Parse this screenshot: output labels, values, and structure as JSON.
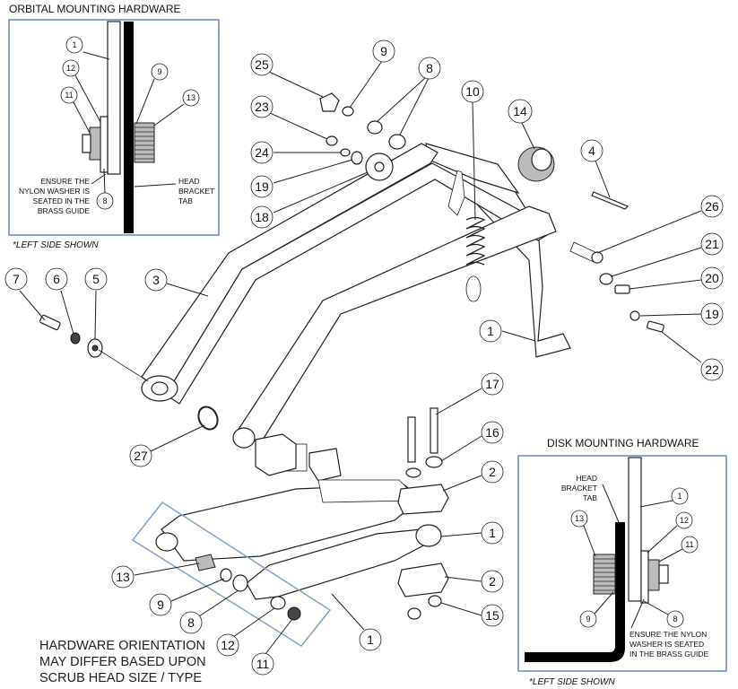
{
  "orbital_panel": {
    "title": "ORBITAL MOUNTING HARDWARE",
    "note_lines": [
      "ENSURE THE",
      "NYLON WASHER IS",
      "SEATED IN THE",
      "BRASS GUIDE"
    ],
    "tab_lines": [
      "HEAD",
      "BRACKET",
      "TAB"
    ],
    "footnote": "*LEFT SIDE SHOWN",
    "callouts": [
      "1",
      "12",
      "11",
      "9",
      "13",
      "8"
    ],
    "border_color": "#5b8ac6"
  },
  "disk_panel": {
    "title": "DISK MOUNTING HARDWARE",
    "tab_lines": [
      "HEAD",
      "BRACKET",
      "TAB"
    ],
    "note_lines": [
      "ENSURE THE NYLON",
      "WASHER IS SEATED",
      "IN THE BRASS GUIDE"
    ],
    "footnote": "*LEFT SIDE SHOWN",
    "callouts": [
      "1",
      "12",
      "11",
      "13",
      "9",
      "8"
    ],
    "border_color": "#5b8ac6"
  },
  "main": {
    "callouts": {
      "c25": "25",
      "c9": "9",
      "c8": "8",
      "c10": "10",
      "c14": "14",
      "c4": "4",
      "c23": "23",
      "c24": "24",
      "c19a": "19",
      "c18": "18",
      "c26": "26",
      "c21": "21",
      "c20": "20",
      "c19b": "19",
      "c22": "22",
      "c1a": "1",
      "c3": "3",
      "c7": "7",
      "c6": "6",
      "c5": "5",
      "c27": "27",
      "c17": "17",
      "c16": "16",
      "c2a": "2",
      "c1b": "1",
      "c2b": "2",
      "c15": "15",
      "c13": "13",
      "c9b": "9",
      "c8b": "8",
      "c12": "12",
      "c11": "11",
      "c1c": "1"
    },
    "orientation_note": [
      "HARDWARE ORIENTATION",
      "MAY DIFFER BASED UPON",
      "SCRUB HEAD SIZE / TYPE"
    ],
    "highlight_box_color": "#7fa3c9"
  }
}
